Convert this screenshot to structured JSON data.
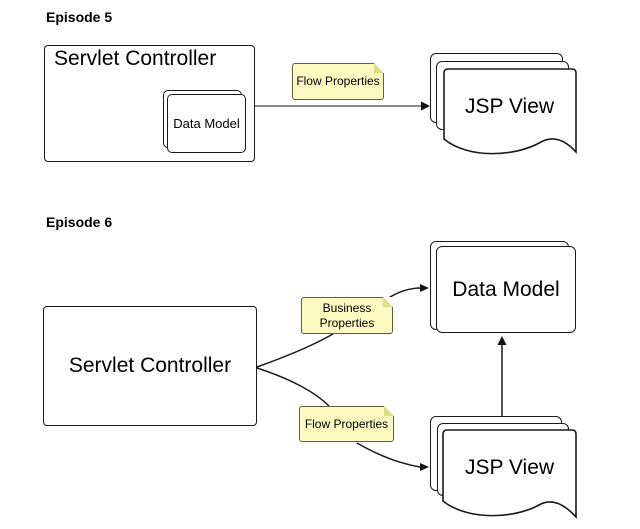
{
  "diagram": {
    "episode5": {
      "title": "Episode 5",
      "servlet_controller_label": "Servlet Controller",
      "data_model_label": "Data Model",
      "flow_properties_label": "Flow Properties",
      "jsp_view_label": "JSP View"
    },
    "episode6": {
      "title": "Episode 6",
      "servlet_controller_label": "Servlet Controller",
      "business_properties_label": "Business Properties",
      "flow_properties_label": "Flow Properties",
      "data_model_label": "Data Model",
      "jsp_view_label": "JSP View"
    },
    "colors": {
      "background": "#FFFFFF",
      "note_fill": "#FBFBC1",
      "note_fold": "#DEDE85",
      "note_border": "#60603A",
      "shape_border": "#1A1A1A",
      "connector_black": "#1A1A1A",
      "connector_gray": "#8C8C8C",
      "text": "#000000"
    }
  }
}
